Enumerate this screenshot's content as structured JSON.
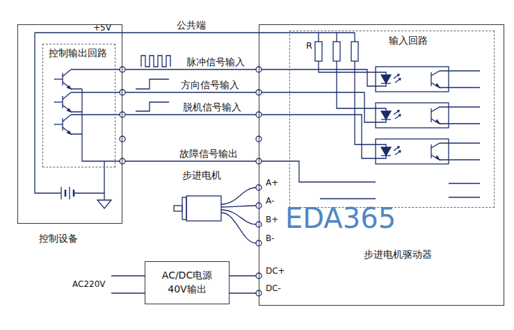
{
  "diagram": {
    "nodes": [
      {
        "text": [
          "控制设备"
        ]
      },
      {
        "text": [
          "控制输出回路"
        ],
        "in": 0
      },
      {
        "text": [
          "步进电机驱动器"
        ]
      },
      {
        "text": [
          "输入回路"
        ],
        "in": 2
      },
      {
        "text": [
          "AC/DC电源 40V输出"
        ]
      }
    ],
    "edges": [
      {
        "from": 0,
        "to": 2,
        "label": "公共端",
        "arrow": "none"
      },
      {
        "from": 0,
        "to": 2,
        "label": "脉冲信号输入",
        "arrow": "none"
      },
      {
        "from": 0,
        "to": 2,
        "label": "方向信号输入",
        "arrow": "none"
      },
      {
        "from": 0,
        "to": 2,
        "label": "脱机信号输入",
        "arrow": "none"
      },
      {
        "from": 0,
        "to": 2,
        "label": "故障信号输出",
        "arrow": "none"
      },
      {
        "from": 4,
        "to": 2,
        "arrow": "none"
      },
      {
        "from": 4,
        "to": 2,
        "arrow": "none"
      }
    ],
    "labels": [
      "+5V",
      "R",
      "A+",
      "A-",
      "B+",
      "B-",
      "DC+",
      "DC-",
      "AC220V",
      "步进电机",
      "EDA365"
    ]
  }
}
